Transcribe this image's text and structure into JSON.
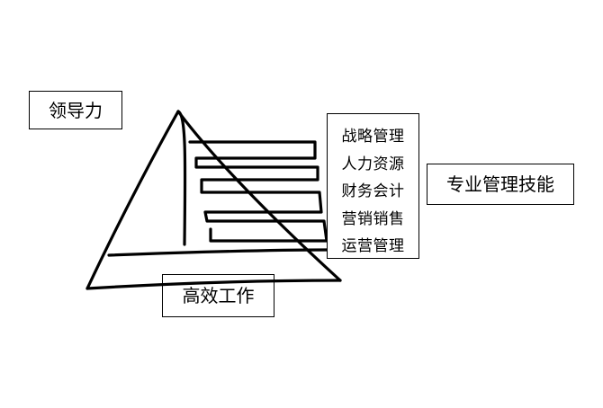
{
  "diagram": {
    "leadership_label": "领导力",
    "efficient_work_label": "高效工作",
    "management_skills_label": "专业管理技能",
    "skills_list": [
      "战略管理",
      "人力资源",
      "财务会计",
      "营销销售",
      "运营管理"
    ]
  },
  "colors": {
    "stroke": "#000000",
    "background": "#ffffff"
  }
}
